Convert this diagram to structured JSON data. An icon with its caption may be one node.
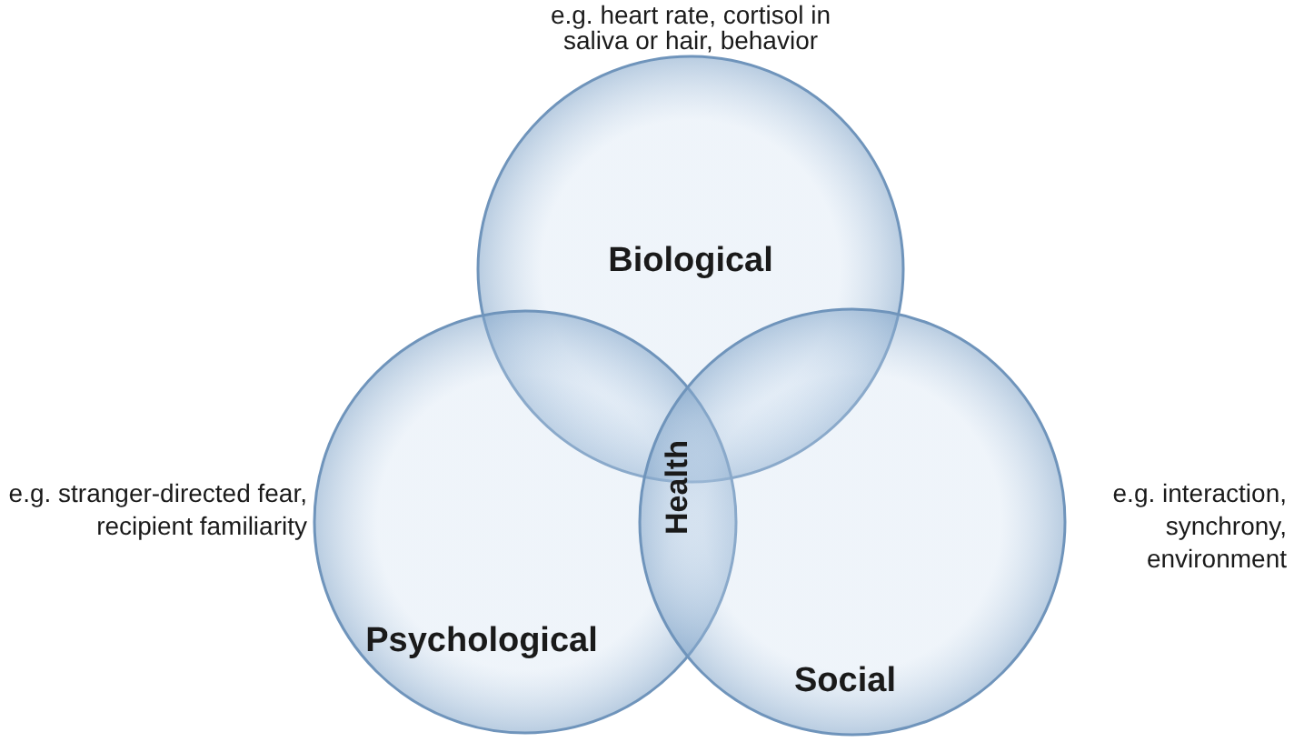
{
  "diagram": {
    "nodes": [
      {
        "text": [
          "Biological"
        ],
        "beside": [
          "e.g. heart rate, cortisol in saliva or hair, behavior"
        ]
      },
      {
        "text": [
          "Psychological"
        ],
        "beside": [
          "e.g. stranger-directed fear, recipient familiarity"
        ]
      },
      {
        "text": [
          "Social"
        ],
        "beside": [
          "e.g. interaction, synchrony, environment"
        ]
      }
    ],
    "edges": [],
    "labels": [
      "Health"
    ]
  }
}
